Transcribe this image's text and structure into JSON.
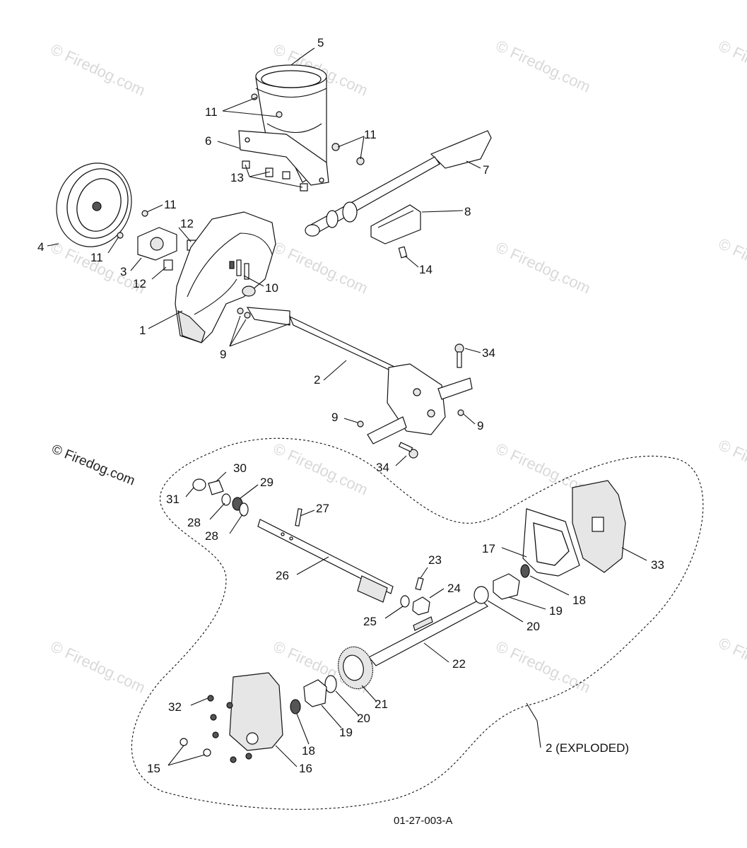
{
  "copyright": "© Firedog.com",
  "watermark": "© Firedog.com",
  "drawing_number": "01-27-003-A",
  "exploded_label": "2 (EXPLODED)",
  "callouts": {
    "c1": "1",
    "c2": "2",
    "c3": "3",
    "c4": "4",
    "c5": "5",
    "c6": "6",
    "c7": "7",
    "c8": "8",
    "c9a": "9",
    "c9b": "9",
    "c9c": "9",
    "c10": "10",
    "c11a": "11",
    "c11b": "11",
    "c11c": "11",
    "c11d": "11",
    "c12a": "12",
    "c12b": "12",
    "c13": "13",
    "c14": "14",
    "c15": "15",
    "c16": "16",
    "c17": "17",
    "c18a": "18",
    "c18b": "18",
    "c19a": "19",
    "c19b": "19",
    "c20a": "20",
    "c20b": "20",
    "c21": "21",
    "c22": "22",
    "c23": "23",
    "c24": "24",
    "c25": "25",
    "c26": "26",
    "c27": "27",
    "c28a": "28",
    "c28b": "28",
    "c29": "29",
    "c30": "30",
    "c31": "31",
    "c32": "32",
    "c33": "33",
    "c34a": "34",
    "c34b": "34"
  }
}
